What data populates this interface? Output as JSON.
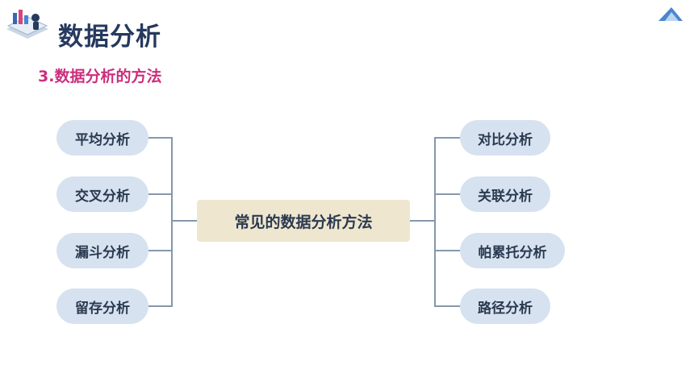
{
  "header": {
    "title": "数据分析",
    "subtitle": "3.数据分析的方法"
  },
  "diagram": {
    "center": "常见的数据分析方法",
    "left_items": [
      "平均分析",
      "交叉分析",
      "漏斗分析",
      "留存分析"
    ],
    "right_items": [
      "对比分析",
      "关联分析",
      "帕累托分析",
      "路径分析"
    ]
  },
  "colors": {
    "title": "#26395e",
    "subtitle": "#cc2e7c",
    "pill_fill": "#d6e2f0",
    "center_fill": "#efe6cf",
    "connector": "#8597ad"
  },
  "icons": {
    "logo": "analytics-logo-icon",
    "corner": "triangle-decoration-icon"
  }
}
